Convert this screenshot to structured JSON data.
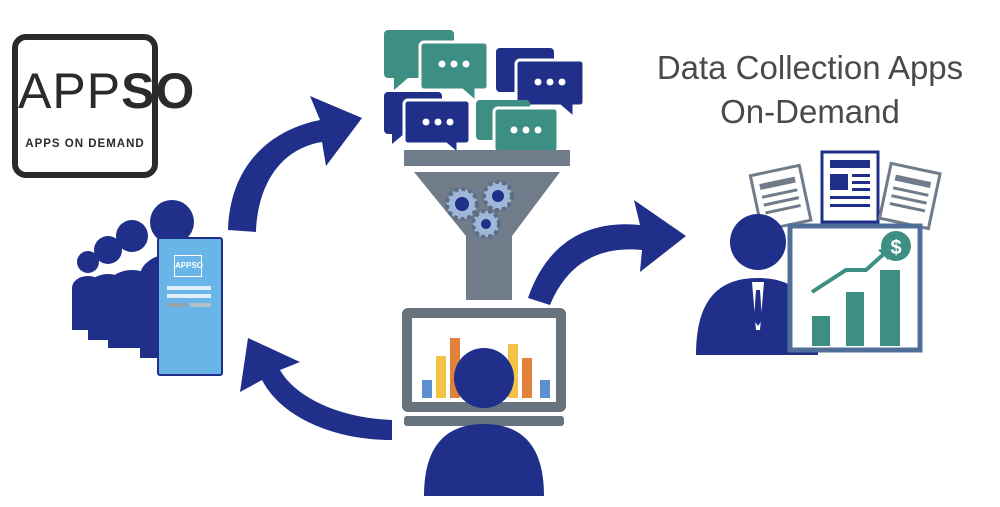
{
  "logo": {
    "main_thin": "APP",
    "main_bold": "SO",
    "tagline": "APPS ON DEMAND"
  },
  "heading": {
    "line1": "Data Collection Apps",
    "line2": "On-Demand"
  },
  "colors": {
    "navy": "#1f2f8a",
    "teal": "#3d8f83",
    "funnel_gray": "#707c8a",
    "phone_blue": "#6ab5e8",
    "monitor_gray": "#677480",
    "bar_orange": "#e2823a",
    "bar_yellow": "#f4c244",
    "bar_blue": "#5b8fd0"
  },
  "icons": {
    "chat": "speech-bubble-icon",
    "gear": "gear-icon",
    "dollar": "dollar-coin-icon"
  },
  "coin_symbol": "$",
  "phone_screen": {
    "logo": "APPSO"
  }
}
